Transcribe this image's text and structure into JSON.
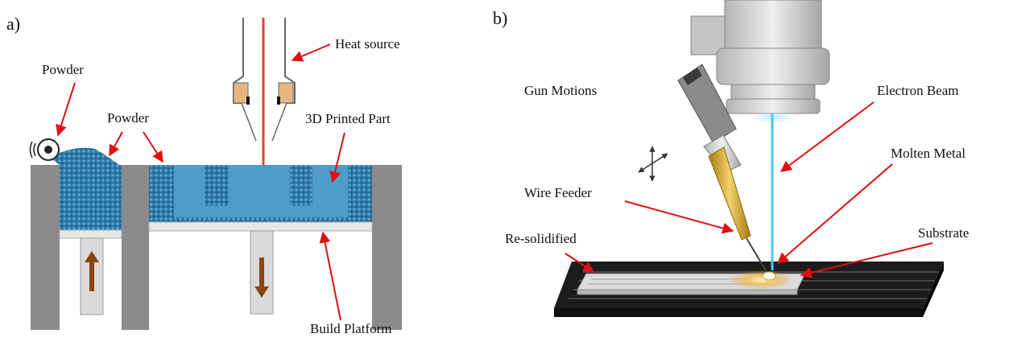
{
  "panels": [
    {
      "id": "a",
      "tag": "a)",
      "labels": {
        "powder_left": "Powder",
        "powder_mid": "Powder",
        "heat_source": "Heat source",
        "printed_part": "3D Printed Part",
        "build_platform": "Build Platform"
      }
    },
    {
      "id": "b",
      "tag": "b)",
      "labels": {
        "gun_motions": "Gun Motions",
        "electron_beam": "Electron Beam",
        "molten_metal": "Molten Metal",
        "wire_feeder": "Wire Feeder",
        "re_solidified": "Re-solidified",
        "substrate": "Substrate"
      }
    }
  ],
  "colors": {
    "arrow": "#e01010",
    "powder": "#2b78a8",
    "part": "#4f9cc8",
    "wall": "#8a8a8a",
    "laser": "#e8432a",
    "beam": "#4fc3f7",
    "gun_body": "#cfcfcf",
    "nozzle": "#d4a017",
    "substrate": "#1c1c1c",
    "piston_arrow": "#8b4513"
  }
}
